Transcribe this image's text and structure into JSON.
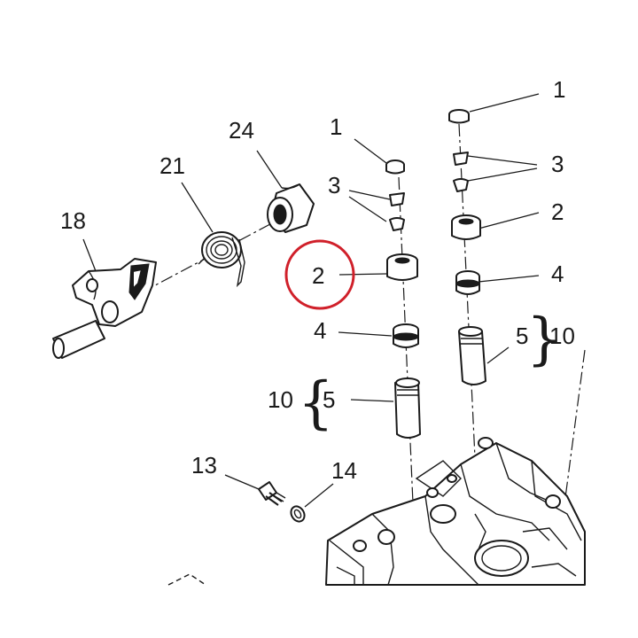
{
  "diagram": {
    "highlight_color": "#d0202a",
    "line_color": "#1a1a1a",
    "labels": {
      "l1_right": "1",
      "l1_left": "1",
      "l3_right": "3",
      "l3_left": "3",
      "l2_right": "2",
      "l2_highlight": "2",
      "l4_right": "4",
      "l4_left": "4",
      "l5_right": "5",
      "l10_right": "10",
      "l5_left": "5",
      "l10_left": "10",
      "l24": "24",
      "l21": "21",
      "l18": "18",
      "l13": "13",
      "l14": "14"
    }
  }
}
